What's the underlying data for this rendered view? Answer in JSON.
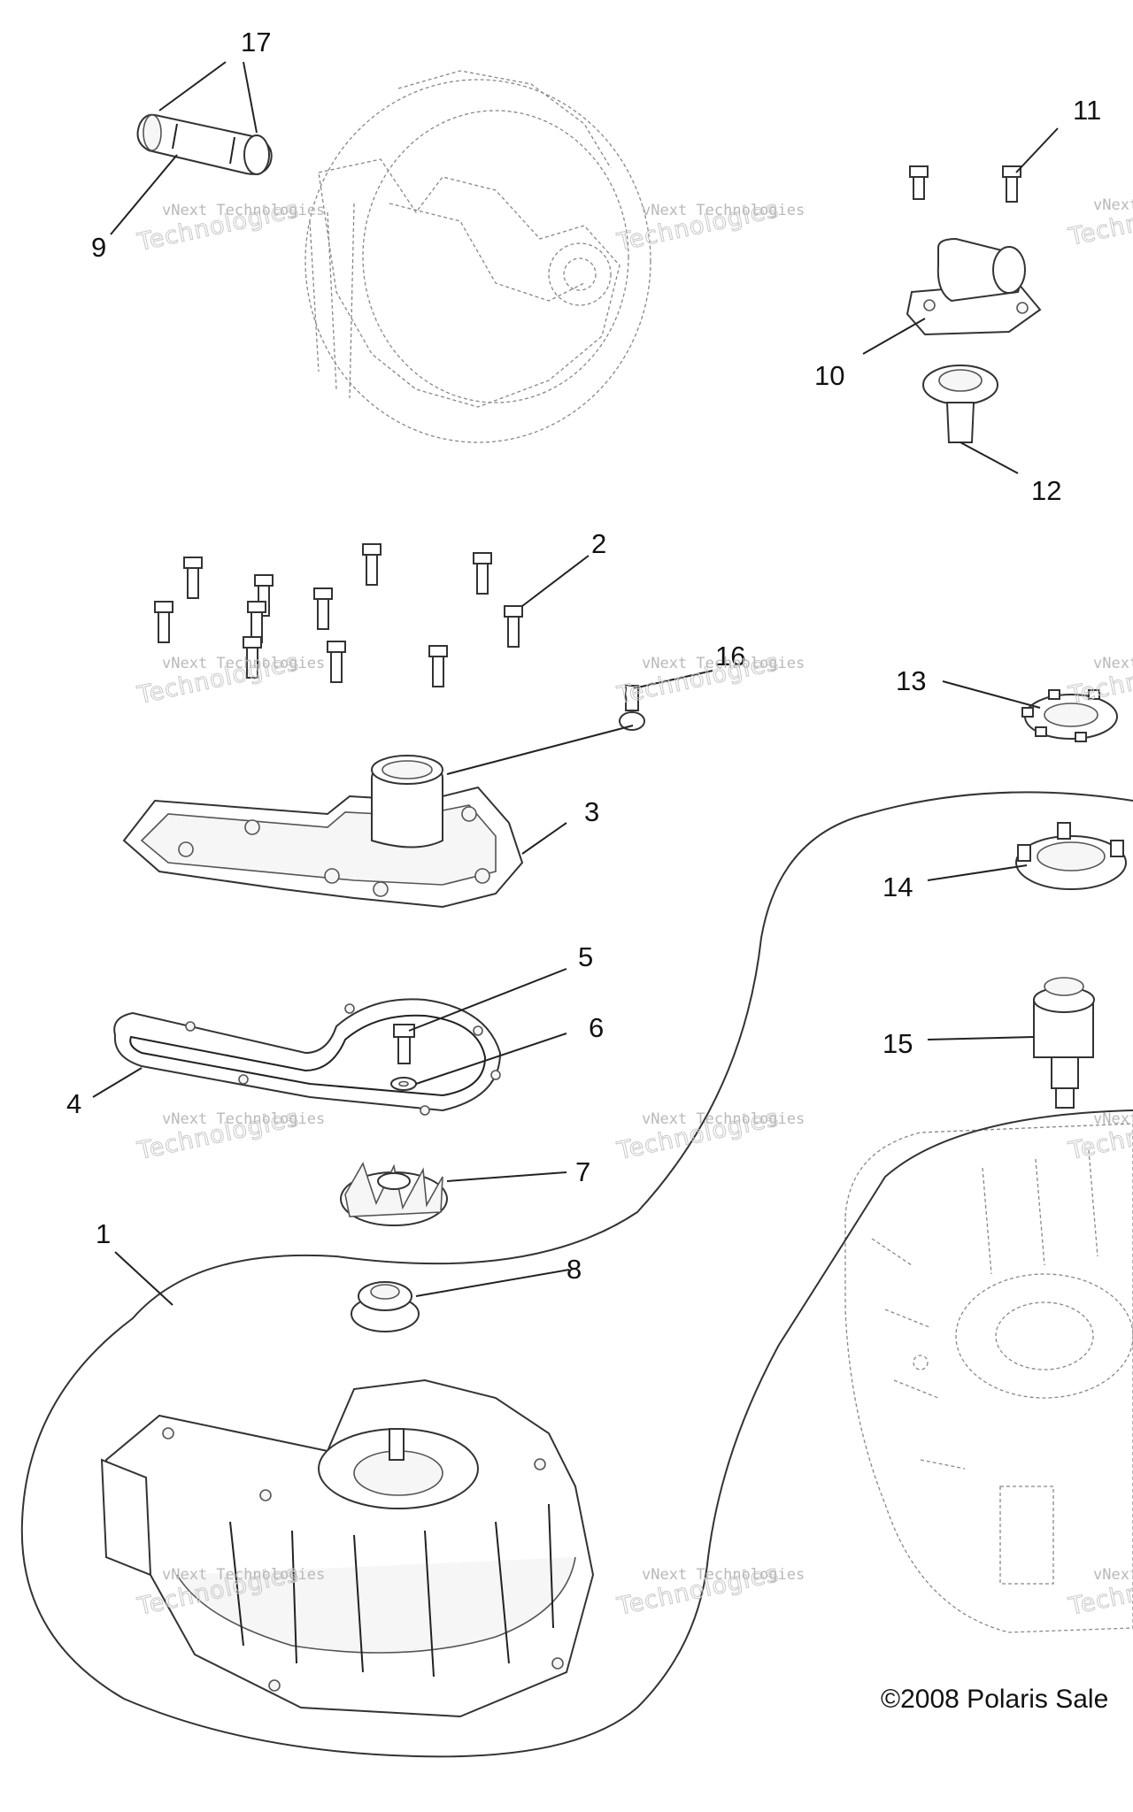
{
  "diagram": {
    "callouts": [
      "1",
      "2",
      "3",
      "4",
      "5",
      "6",
      "7",
      "8",
      "9",
      "10",
      "11",
      "12",
      "13",
      "14",
      "15",
      "16",
      "17"
    ],
    "watermark_line1": "vNext Technologies",
    "watermark_line2": "Technologies",
    "copyright": "©2008 Polaris Sale"
  }
}
